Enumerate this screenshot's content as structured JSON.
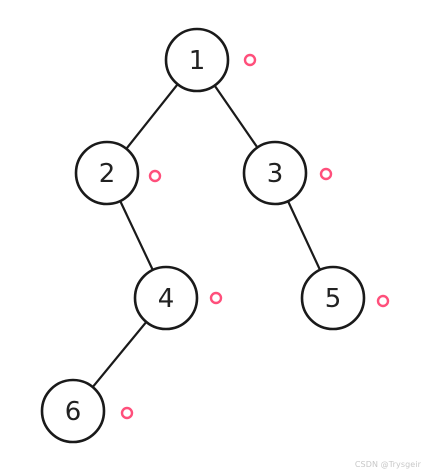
{
  "colors": {
    "background": "#ffffff",
    "node_stroke": "#1a1a1a",
    "edge": "#1a1a1a",
    "marker": "#ff4f7b"
  },
  "tree": {
    "nodes": [
      {
        "id": "1",
        "label": "1"
      },
      {
        "id": "2",
        "label": "2"
      },
      {
        "id": "3",
        "label": "3"
      },
      {
        "id": "4",
        "label": "4"
      },
      {
        "id": "5",
        "label": "5"
      },
      {
        "id": "6",
        "label": "6"
      }
    ],
    "edges": [
      {
        "from": "1",
        "to": "2"
      },
      {
        "from": "1",
        "to": "3"
      },
      {
        "from": "2",
        "to": "4"
      },
      {
        "from": "3",
        "to": "5"
      },
      {
        "from": "4",
        "to": "6"
      }
    ]
  },
  "watermark": "CSDN @Trysgeir"
}
